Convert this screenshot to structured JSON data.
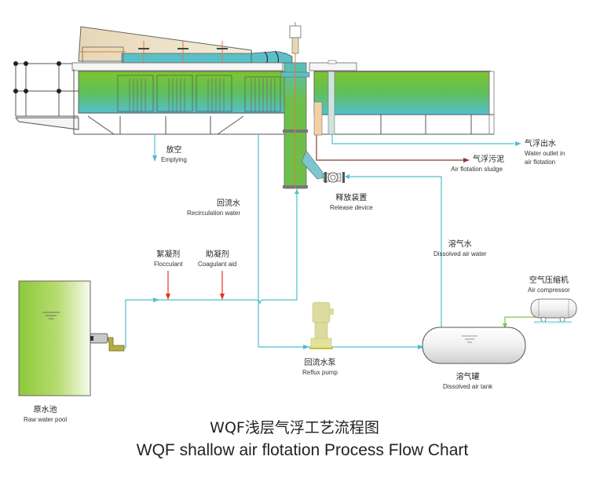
{
  "title": {
    "zh": "WQF浅层气浮工艺流程图",
    "en": "WQF shallow air flotation Process Flow Chart"
  },
  "colors": {
    "water_line": "#4dbfcf",
    "chemical_arrow": "#e8321e",
    "sludge_line": "#8a3a2a",
    "air_line": "#7cc242",
    "tank_green": "#6dc23b",
    "tank_cyan": "#55c0cc",
    "pump_yellow": "#d9dc95",
    "outline": "#555555"
  },
  "labels": {
    "emptying": {
      "zh": "放空",
      "en": "Emplying"
    },
    "water_outlet": {
      "zh": "气浮出水",
      "en_line1": "Water outlet in",
      "en_line2": "air flotation"
    },
    "sludge": {
      "zh": "气浮污泥",
      "en": "Air flotation sludge"
    },
    "release_device": {
      "zh": "释放装置",
      "en": "Release device"
    },
    "recirculation": {
      "zh": "回流水",
      "en": "Recirculation water"
    },
    "flocculant": {
      "zh": "絮凝剂",
      "en": "Flocculant"
    },
    "coagulant": {
      "zh": "助凝剂",
      "en": "Coagulant aid"
    },
    "dissolved_water": {
      "zh": "溶气水",
      "en": "Dissolved air water"
    },
    "compressor": {
      "zh": "空气压缩机",
      "en": "Air compressor"
    },
    "dissolved_tank": {
      "zh": "溶气罐",
      "en": "Dissolved air tank"
    },
    "reflux_pump": {
      "zh": "回流水泵",
      "en": "Reflux pump"
    },
    "raw_pool": {
      "zh": "原水池",
      "en": "Raw water pool"
    }
  }
}
